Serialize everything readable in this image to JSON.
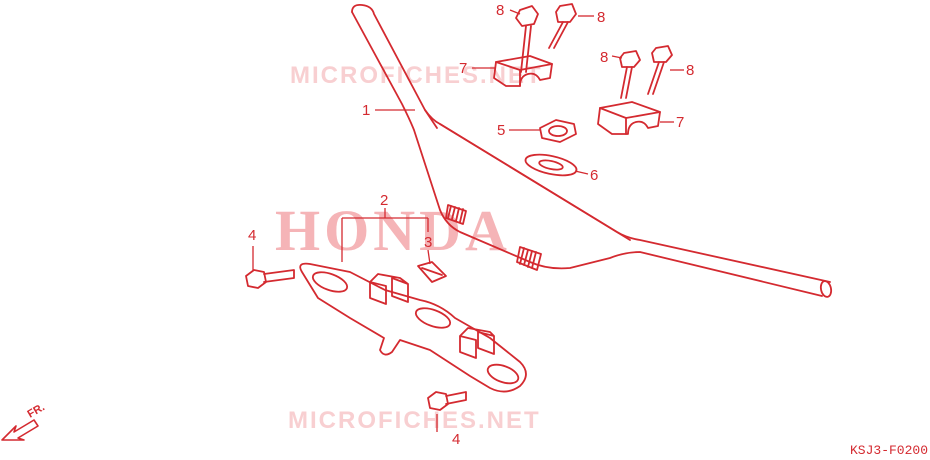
{
  "diagram": {
    "watermarks": [
      "MICROFICHES.NET",
      "MICROFICHES.NET"
    ],
    "brand_watermark": "HONDA",
    "callouts": {
      "c1": "1",
      "c2": "2",
      "c3": "3",
      "c4a": "4",
      "c4b": "4",
      "c5": "5",
      "c6": "6",
      "c7a": "7",
      "c7b": "7",
      "c8a": "8",
      "c8b": "8",
      "c8c": "8",
      "c8d": "8"
    },
    "direction_label": "FR.",
    "figure_code": "KSJ3-F0200",
    "line_color": "#d42a30",
    "watermark_color": "#f5b4b7"
  }
}
